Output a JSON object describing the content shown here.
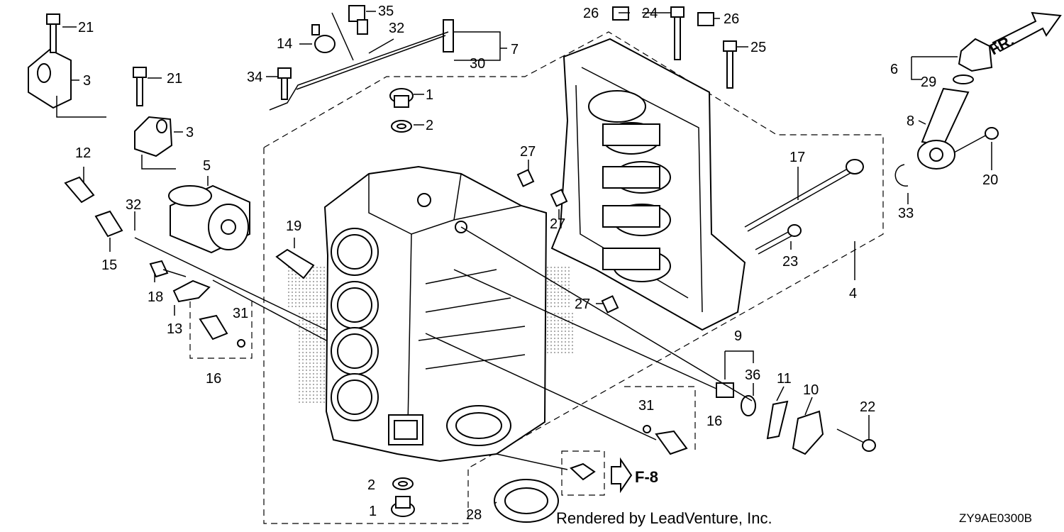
{
  "diagram": {
    "callouts": [
      "1",
      "2",
      "3",
      "4",
      "5",
      "6",
      "7",
      "8",
      "9",
      "10",
      "11",
      "12",
      "13",
      "14",
      "15",
      "16",
      "17",
      "18",
      "19",
      "20",
      "21",
      "22",
      "23",
      "24",
      "25",
      "26",
      "27",
      "28",
      "29",
      "30",
      "31",
      "32",
      "33",
      "34",
      "35",
      "36"
    ],
    "front_arrow_label": "FR.",
    "reference_label": "F-8",
    "credit": "Rendered by LeadVenture, Inc.",
    "diagram_code": "ZY9AE0300B"
  }
}
